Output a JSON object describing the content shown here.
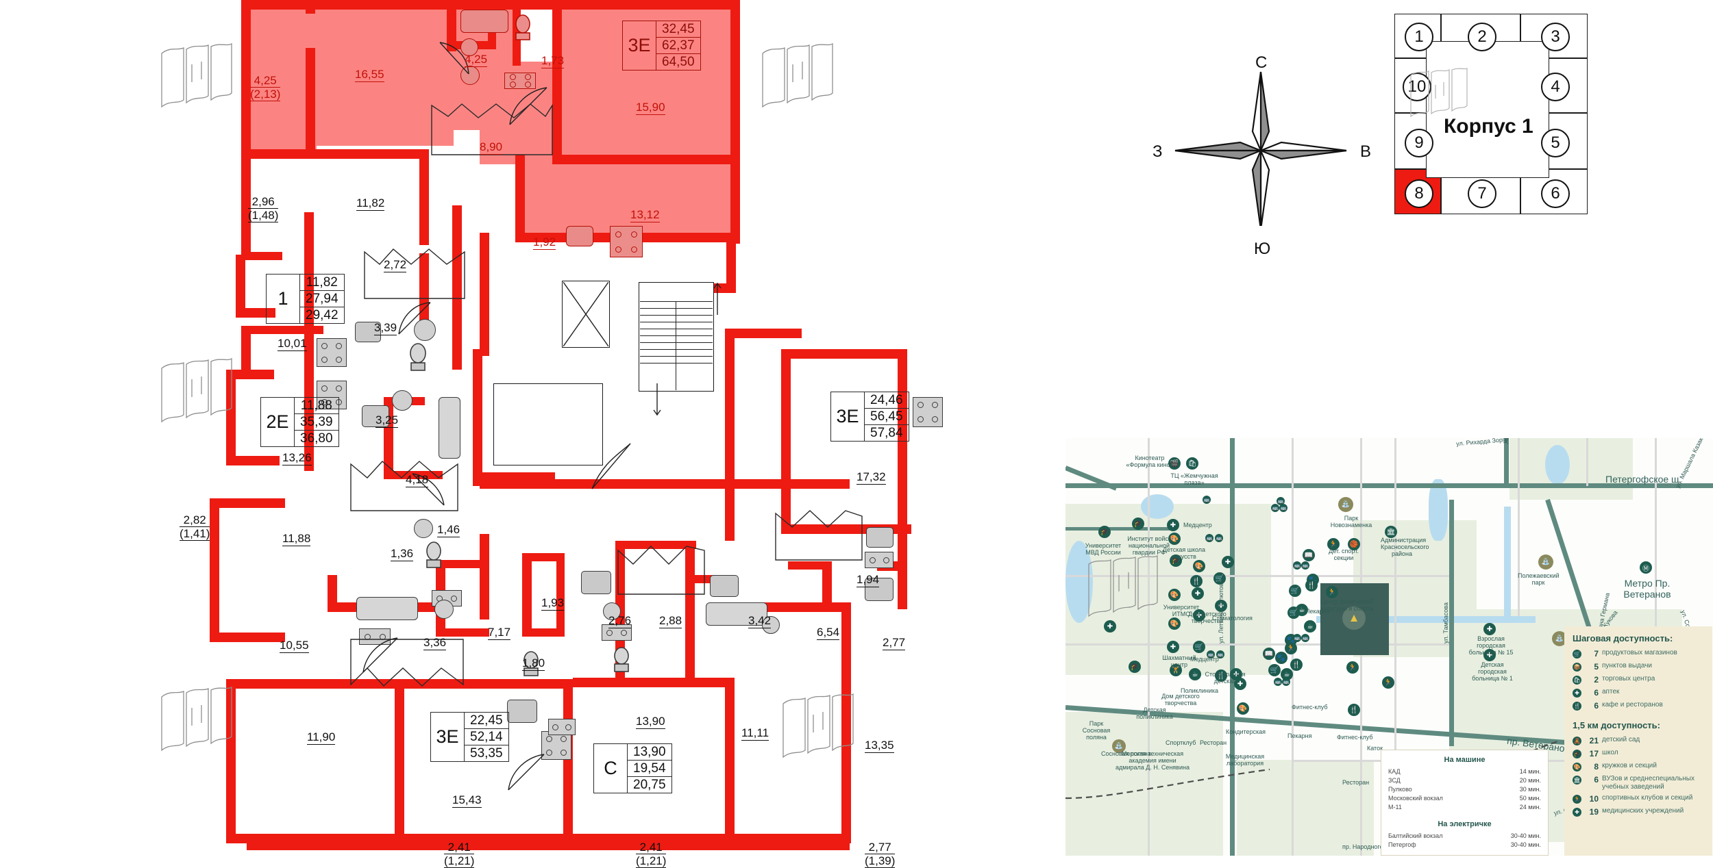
{
  "floorplan": {
    "apartments": [
      {
        "type": "3E",
        "living": "32,45",
        "total": "62,37",
        "total_with_balcony": "64,50",
        "highlight": true
      },
      {
        "type": "1",
        "living": "11,82",
        "total": "27,94",
        "total_with_balcony": "29,42",
        "highlight": false
      },
      {
        "type": "2E",
        "living": "11,88",
        "total": "35,39",
        "total_with_balcony": "36,80",
        "highlight": false
      },
      {
        "type": "3E",
        "living": "24,46",
        "total": "56,45",
        "total_with_balcony": "57,84",
        "highlight": false
      },
      {
        "type": "3E",
        "living": "22,45",
        "total": "52,14",
        "total_with_balcony": "53,35",
        "highlight": false
      },
      {
        "type": "C",
        "living": "13,90",
        "total": "19,54",
        "total_with_balcony": "20,75",
        "highlight": false
      }
    ],
    "room_areas": [
      {
        "id": "a-4-25",
        "main": "4,25",
        "sub": "(2,13)",
        "red": true
      },
      {
        "id": "a-16-55",
        "main": "16,55",
        "sub": "",
        "red": true
      },
      {
        "id": "a-4-25b",
        "main": "4,25",
        "sub": "",
        "red": true
      },
      {
        "id": "a-1-73",
        "main": "1,73",
        "sub": "",
        "red": true
      },
      {
        "id": "a-15-90",
        "main": "15,90",
        "sub": "",
        "red": true
      },
      {
        "id": "a-8-90",
        "main": "8,90",
        "sub": "",
        "red": true
      },
      {
        "id": "a-13-12",
        "main": "13,12",
        "sub": "",
        "red": true
      },
      {
        "id": "a-1-92",
        "main": "1,92",
        "sub": "",
        "red": true
      },
      {
        "id": "a-2-96",
        "main": "2,96",
        "sub": "(1,48)",
        "red": false
      },
      {
        "id": "a-11-82",
        "main": "11,82",
        "sub": "",
        "red": false
      },
      {
        "id": "a-2-72",
        "main": "2,72",
        "sub": "",
        "red": false
      },
      {
        "id": "a-10-01",
        "main": "10,01",
        "sub": "",
        "red": false
      },
      {
        "id": "a-3-39",
        "main": "3,39",
        "sub": "",
        "red": false
      },
      {
        "id": "a-3-25",
        "main": "3,25",
        "sub": "",
        "red": false
      },
      {
        "id": "a-13-26",
        "main": "13,26",
        "sub": "",
        "red": false
      },
      {
        "id": "a-4-18",
        "main": "4,18",
        "sub": "",
        "red": false
      },
      {
        "id": "a-2-82",
        "main": "2,82",
        "sub": "(1,41)",
        "red": false
      },
      {
        "id": "a-11-88",
        "main": "11,88",
        "sub": "",
        "red": false
      },
      {
        "id": "a-1-36",
        "main": "1,36",
        "sub": "",
        "red": false
      },
      {
        "id": "a-1-46",
        "main": "1,46",
        "sub": "",
        "red": false
      },
      {
        "id": "a-10-55",
        "main": "10,55",
        "sub": "",
        "red": false
      },
      {
        "id": "a-3-36",
        "main": "3,36",
        "sub": "",
        "red": false
      },
      {
        "id": "a-7-17",
        "main": "7,17",
        "sub": "",
        "red": false
      },
      {
        "id": "a-1-80",
        "main": "1,80",
        "sub": "",
        "red": false
      },
      {
        "id": "a-1-93",
        "main": "1,93",
        "sub": "",
        "red": false
      },
      {
        "id": "a-2-76",
        "main": "2,76",
        "sub": "",
        "red": false
      },
      {
        "id": "a-2-88",
        "main": "2,88",
        "sub": "",
        "red": false
      },
      {
        "id": "a-3-42",
        "main": "3,42",
        "sub": "",
        "red": false
      },
      {
        "id": "a-6-54",
        "main": "6,54",
        "sub": "",
        "red": false
      },
      {
        "id": "a-1-94",
        "main": "1,94",
        "sub": "",
        "red": false
      },
      {
        "id": "a-2-77",
        "main": "2,77",
        "sub": "",
        "red": false
      },
      {
        "id": "a-17-32",
        "main": "17,32",
        "sub": "",
        "red": false
      },
      {
        "id": "a-11-90",
        "main": "11,90",
        "sub": "",
        "red": false
      },
      {
        "id": "a-15-43",
        "main": "15,43",
        "sub": "",
        "red": false
      },
      {
        "id": "a-13-90",
        "main": "13,90",
        "sub": "",
        "red": false
      },
      {
        "id": "a-11-11",
        "main": "11,11",
        "sub": "",
        "red": false
      },
      {
        "id": "a-13-35",
        "main": "13,35",
        "sub": "",
        "red": false
      },
      {
        "id": "a-2-41",
        "main": "2,41",
        "sub": "(1,21)",
        "red": false
      },
      {
        "id": "a-2-41b",
        "main": "2,41",
        "sub": "(1,21)",
        "red": false
      },
      {
        "id": "a-2-77b",
        "main": "2,77",
        "sub": "(1,39)",
        "red": false
      }
    ]
  },
  "compass": {
    "north": "С",
    "south": "Ю",
    "east": "В",
    "west": "З"
  },
  "keyplan": {
    "title": "Корпус 1",
    "sections": [
      "1",
      "2",
      "3",
      "4",
      "5",
      "6",
      "7",
      "8",
      "9",
      "10"
    ],
    "active_section": "8",
    "active_color": "#ee1b12"
  },
  "map": {
    "streets": [
      "Петергофское ш.",
      "пр. Ветеранов",
      "ул. Летчика Пилютова",
      "ул. Тамбасова",
      "ул. Партизана Германа",
      "пр. Народного Ополчения",
      "пр. Маршала Жукова",
      "ул. Рихарда Зорге",
      "ул. Стойкости",
      "ул. Солдата Корзуна",
      "ул. Маршала Казакова",
      "ул. Д"
    ],
    "places": [
      "Кинотеатр «Формула кино»",
      "ТЦ «Жемчужная плаза»",
      "Парк Новознаменка",
      "Университет МВД России",
      "Институт войск национальной гвардии РФ",
      "Медцентр",
      "Детская школа искусств",
      "Стоматология",
      "Университет ИТМО",
      "Дом детского творчества",
      "Шахматный центр",
      "Медцентр",
      "Стоматология детская",
      "Поликлиника",
      "Дом детского творчества",
      "Детская поликлиника",
      "Морская техническая академия имени адмирала Д. Н. Сенявина",
      "Спортклуб",
      "Ресторан",
      "Кондитерская",
      "Медицинская лаборатория",
      "Дет. спорт. секции",
      "Центр физической культуры и спорта",
      "Пекарня",
      "Пекарня",
      "Фитнес-клуб",
      "Фитнес-клуб",
      "Каток",
      "Ресторан",
      "Администрация Красносельского района",
      "Полежаевский парк",
      "Взрослая городская больница № 15",
      "Детская городская больница № 1",
      "Метро Пр. Ветеранов",
      "Сосновая поляна",
      "Парк Сосновая поляна"
    ]
  },
  "legend": {
    "walk_title": "Шаговая доступность:",
    "walk_items": [
      {
        "count": "7",
        "label": "продуктовых магазинов"
      },
      {
        "count": "5",
        "label": "пунктов выдачи"
      },
      {
        "count": "2",
        "label": "торговых центра"
      },
      {
        "count": "6",
        "label": "аптек"
      },
      {
        "count": "6",
        "label": "кафе и ресторанов"
      }
    ],
    "km_title": "1,5 км доступность:",
    "km_items": [
      {
        "count": "21",
        "label": "детский сад"
      },
      {
        "count": "17",
        "label": "школ"
      },
      {
        "count": "8",
        "label": "кружков и секций"
      },
      {
        "count": "6",
        "label": "ВУЗов и среднеспециальных учебных заведений"
      },
      {
        "count": "10",
        "label": "спортивных клубов и секций"
      },
      {
        "count": "19",
        "label": "медицинских учреждений"
      }
    ],
    "bg_color": "#f2ecd7",
    "accent_color": "#1d5c4f"
  },
  "transit": {
    "car_title": "На машине",
    "car_rows": [
      {
        "dest": "КАД",
        "time": "14 мин."
      },
      {
        "dest": "ЗСД",
        "time": "20 мин."
      },
      {
        "dest": "Пулково",
        "time": "30 мин."
      },
      {
        "dest": "Московский вокзал",
        "time": "50 мин."
      },
      {
        "dest": "М-11",
        "time": "24 мин."
      }
    ],
    "train_title": "На электричке",
    "train_rows": [
      {
        "dest": "Балтийский вокзал",
        "time": "30-40 мин."
      },
      {
        "dest": "Петергоф",
        "time": "30-40 мин."
      }
    ]
  }
}
